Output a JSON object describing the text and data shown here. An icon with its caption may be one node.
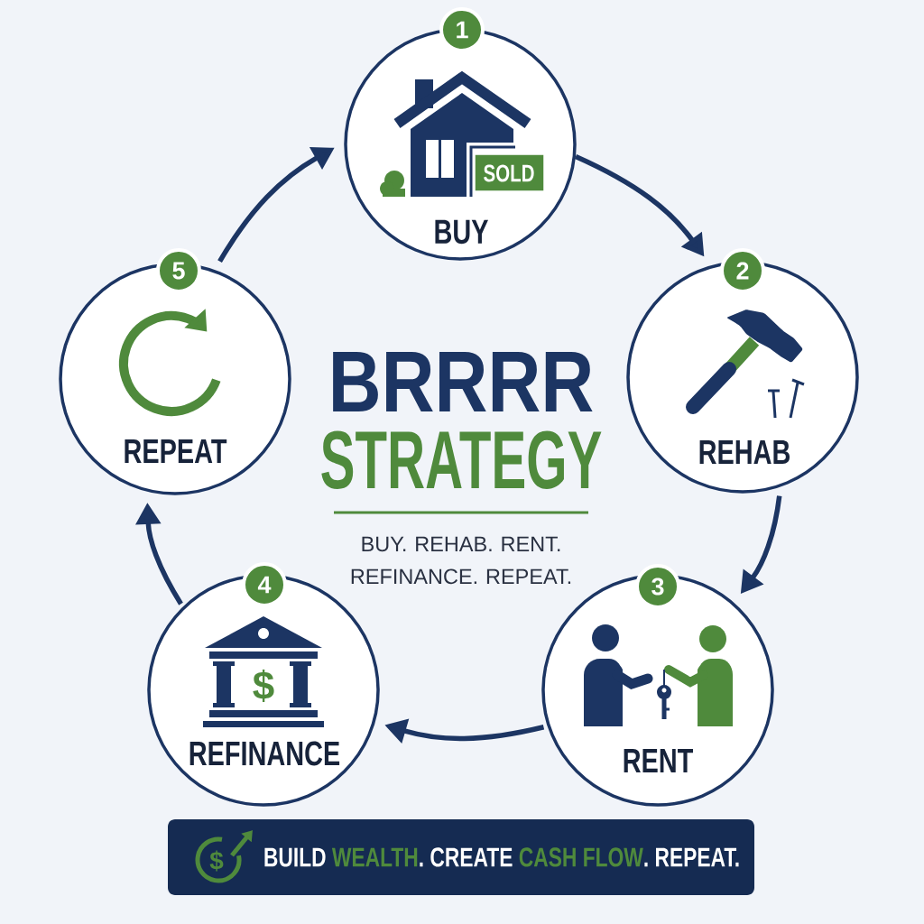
{
  "diagram": {
    "title": "BRRRR STRATEGY",
    "nodes": [
      {
        "text": [
          "1"
        ]
      },
      {
        "text": [
          "BUY"
        ]
      },
      {
        "text": [
          "2"
        ]
      },
      {
        "text": [
          "REHAB"
        ]
      },
      {
        "text": [
          "3"
        ]
      },
      {
        "text": [
          "RENT"
        ]
      },
      {
        "text": [
          "4"
        ]
      },
      {
        "text": [
          "REFINANCE"
        ]
      },
      {
        "text": [
          "5"
        ]
      },
      {
        "text": [
          "REPEAT"
        ]
      },
      {
        "text": [
          "BUILD **WEALTH**. CREATE **CASH FLOW**. REPEAT."
        ]
      }
    ],
    "edges": [
      {
        "from": 1,
        "to": 3,
        "arrow": "to"
      },
      {
        "from": 3,
        "to": 5,
        "arrow": "to"
      },
      {
        "from": 5,
        "to": 7,
        "arrow": "to"
      },
      {
        "from": 7,
        "to": 9,
        "arrow": "to"
      },
      {
        "from": 9,
        "to": 1,
        "arrow": "to"
      }
    ],
    "labels": [
      "SOLD",
      "BUY. REHAB. RENT. REFINANCE. REPEAT.",
      "$",
      "$"
    ]
  }
}
